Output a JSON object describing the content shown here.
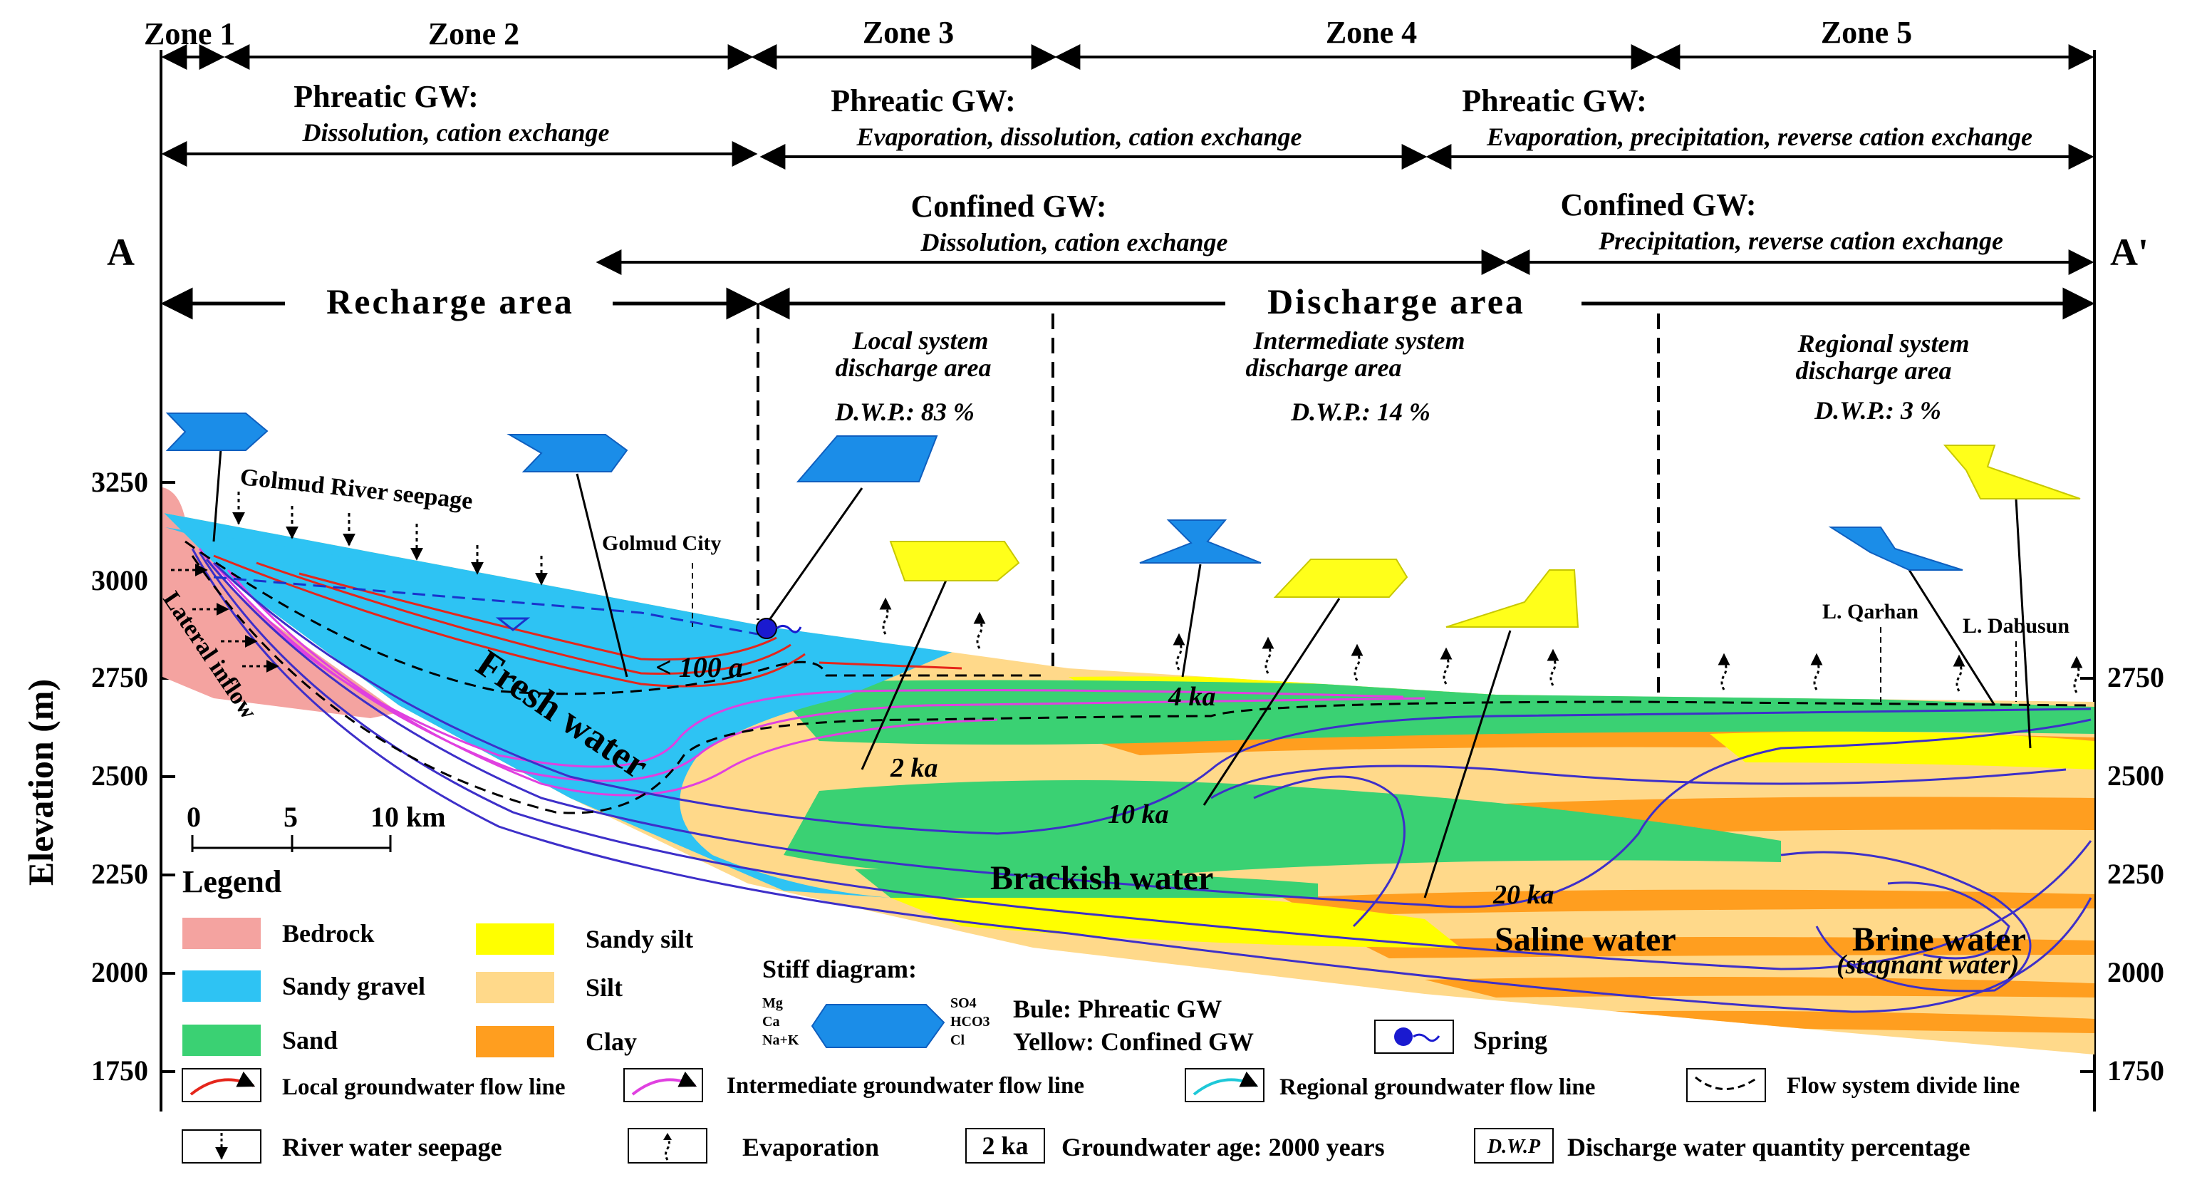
{
  "zones": [
    "Zone 1",
    "Zone 2",
    "Zone 3",
    "Zone 4",
    "Zone 5"
  ],
  "phreatic": [
    {
      "title": "Phreatic GW:",
      "process": "Dissolution, cation exchange"
    },
    {
      "title": "Phreatic GW:",
      "process": "Evaporation, dissolution, cation exchange"
    },
    {
      "title": "Phreatic GW:",
      "process": "Evaporation, precipitation, reverse cation exchange"
    }
  ],
  "confined": [
    {
      "title": "Confined GW:",
      "process": "Dissolution, cation exchange"
    },
    {
      "title": "Confined GW:",
      "process": "Precipitation, reverse cation exchange"
    }
  ],
  "section": {
    "left": "A",
    "right": "A'"
  },
  "areas": {
    "recharge": "Recharge area",
    "discharge": "Discharge area"
  },
  "systems": [
    {
      "line1": "Local system",
      "line2": "discharge area",
      "dwp": "D.W.P.: 83 %"
    },
    {
      "line1": "Intermediate system",
      "line2": "discharge area",
      "dwp": "D.W.P.: 14 %"
    },
    {
      "line1": "Regional system",
      "line2": "discharge area",
      "dwp": "D.W.P.: 3 %"
    }
  ],
  "y_axis": {
    "label": "Elevation (m)",
    "ticks": [
      "3250",
      "3000",
      "2750",
      "2500",
      "2250",
      "2000",
      "1750"
    ],
    "right_ticks": [
      "2750",
      "2500",
      "2250",
      "2000",
      "1750"
    ]
  },
  "labels": {
    "golmud_seepage": "Golmud River seepage",
    "golmud_city": "Golmud City",
    "lateral_inflow": "Lateral inflow",
    "fresh_water": "Fresh water",
    "brackish_water": "Brackish water",
    "saline_water": "Saline water",
    "brine_water": "Brine water",
    "stagnant": "(stagnant water)",
    "l_qarhan": "L. Qarhan",
    "l_dabusun": "L. Dabusun"
  },
  "ages": [
    "< 100 a",
    "2 ka",
    "4 ka",
    "10 ka",
    "20 ka"
  ],
  "scale": {
    "ticks": [
      "0",
      "5",
      "10 km"
    ]
  },
  "legend": {
    "title": "Legend",
    "lithology": [
      "Bedrock",
      "Sandy gravel",
      "Sand",
      "Sandy silt",
      "Silt",
      "Clay"
    ],
    "lithology_colors": [
      "#f4a3a0",
      "#2ec3f3",
      "#3ad173",
      "#ffff00",
      "#ffd98a",
      "#ff9e1f"
    ],
    "stiff_title": "Stiff diagram:",
    "stiff_left": [
      "Mg",
      "Ca",
      "Na+K"
    ],
    "stiff_right": [
      "SO4",
      "HCO3",
      "Cl"
    ],
    "blue_note": "Bule: Phreatic GW",
    "yellow_note": "Yellow: Confined GW",
    "spring": "Spring",
    "flow_lines": [
      "Local groundwater flow line",
      "Intermediate groundwater flow line",
      "Regional groundwater flow line",
      "Flow system divide line"
    ],
    "flow_colors": [
      "#e5261b",
      "#e040e0",
      "#1ec8d8",
      "#000000"
    ],
    "bottom": [
      "River water seepage",
      "Evaporation",
      "2 ka",
      "Groundwater age: 2000 years",
      "D.W.P",
      "Discharge water quantity percentage"
    ]
  }
}
